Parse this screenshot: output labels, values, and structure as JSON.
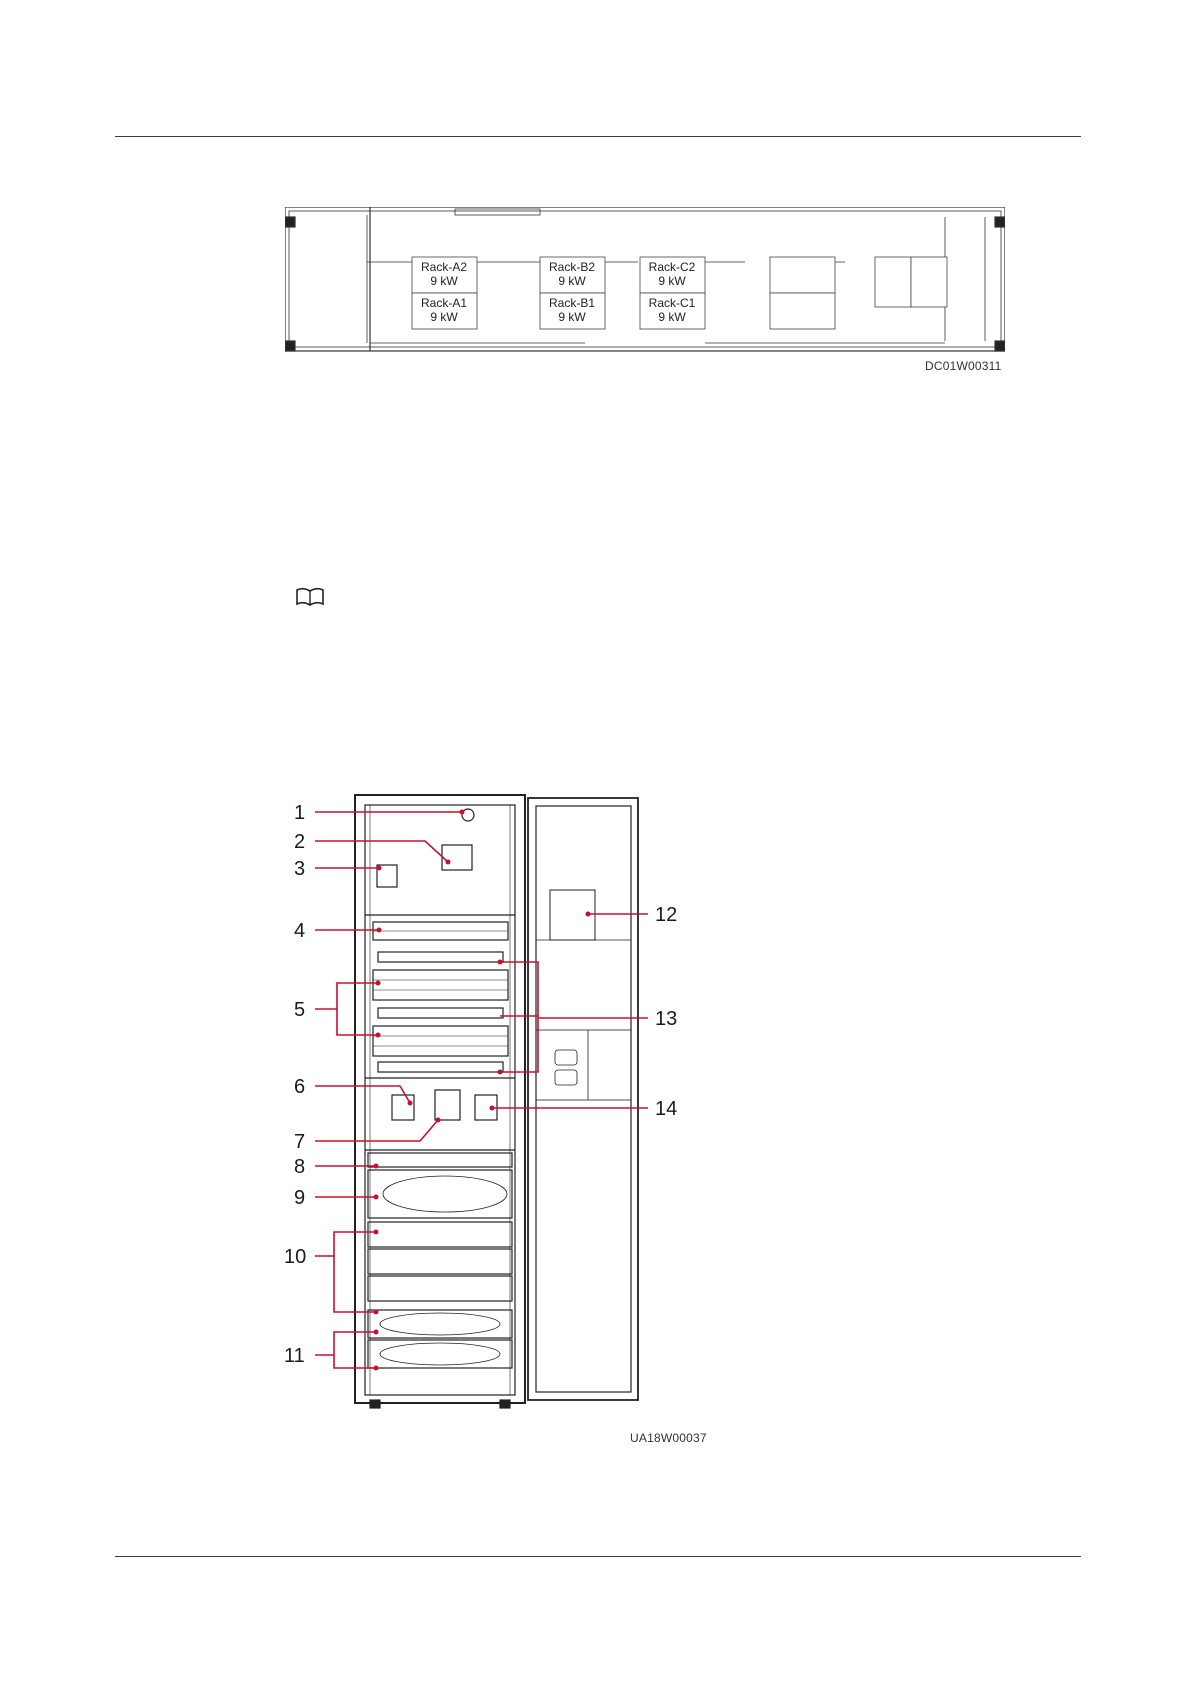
{
  "figure1": {
    "racks": [
      {
        "name": "Rack-A2",
        "power": "9 kW"
      },
      {
        "name": "Rack-A1",
        "power": "9 kW"
      },
      {
        "name": "Rack-B2",
        "power": "9 kW"
      },
      {
        "name": "Rack-B1",
        "power": "9 kW"
      },
      {
        "name": "Rack-C2",
        "power": "9 kW"
      },
      {
        "name": "Rack-C1",
        "power": "9 kW"
      }
    ],
    "figure_id": "DC01W00311"
  },
  "note": {
    "icon": "book-icon"
  },
  "figure2": {
    "callouts": [
      "1",
      "2",
      "3",
      "4",
      "5",
      "6",
      "7",
      "8",
      "9",
      "10",
      "11",
      "12",
      "13",
      "14"
    ],
    "figure_id": "UA18W00037",
    "callout_color": "#c8102e"
  }
}
